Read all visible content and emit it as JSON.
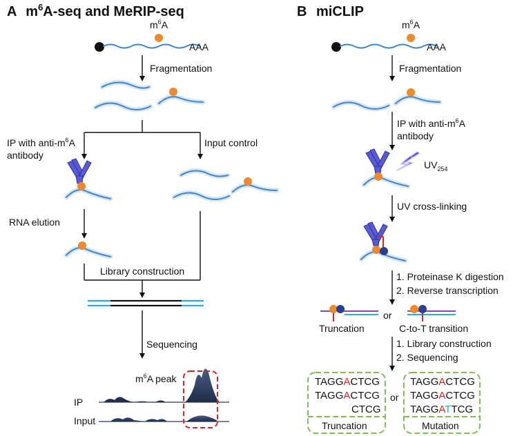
{
  "panelA": {
    "letter": "A",
    "title_pre": "m",
    "title_sup": "6",
    "title_post": "A-seq and MeRIP-seq",
    "mod_pre": "m",
    "mod_sup": "6",
    "mod_post": "A",
    "polyA": "AAA",
    "step_fragmentation": "Fragmentation",
    "ip_line1_pre": "IP with anti-m",
    "ip_line1_sup": "6",
    "ip_line1_post": "A",
    "ip_line2": "antibody",
    "input_control": "Input control",
    "rna_elution": "RNA elution",
    "library_construction": "Library construction",
    "sequencing": "Sequencing",
    "peak_pre": "m",
    "peak_sup": "6",
    "peak_post": "A peak",
    "track_ip": "IP",
    "track_input": "Input"
  },
  "panelB": {
    "letter": "B",
    "title": "miCLIP",
    "mod_pre": "m",
    "mod_sup": "6",
    "mod_post": "A",
    "polyA": "AAA",
    "step_fragmentation": "Fragmentation",
    "ip_line1_pre": "IP with anti-m",
    "ip_line1_sup": "6",
    "ip_line1_post": "A",
    "ip_line2": "antibody",
    "uv_pre": "UV",
    "uv_sub": "254",
    "uv_crosslinking": "UV cross-linking",
    "proteinase_step": "1. Proteinase K digestion",
    "rt_step": "2. Reverse transcription",
    "truncation": "Truncation",
    "or": "or",
    "c_to_t": "C-to-T transition",
    "lib_step": "1. Library construction",
    "seq_step": "2. Sequencing",
    "box1": {
      "row1": {
        "a": "TAGG",
        "b": "A",
        "c": "CTCG"
      },
      "row2": {
        "a": "TAGG",
        "b": "A",
        "c": "CTCG"
      },
      "row3": "CTCG",
      "label": "Truncation"
    },
    "box_or": "or",
    "box2": {
      "row1": {
        "a": "TAGG",
        "b": "A",
        "c": "CTCG"
      },
      "row2": {
        "a": "TAGG",
        "b": "A",
        "c": "CTCG"
      },
      "row3": {
        "a": "TAGG",
        "b": "A",
        "c": "T",
        "d": "TCG"
      },
      "label": "Mutation"
    }
  },
  "colors": {
    "rna": "#3f86c8",
    "m6a": "#ee8a2e",
    "antibody": "#5a5bd6",
    "highlight_red": "#e02020",
    "highlight_cyan": "#24a9c9",
    "box_green": "#7bbf5a",
    "peak_fill": "#3d4f72",
    "uv_purple": "#4b3cc4"
  }
}
